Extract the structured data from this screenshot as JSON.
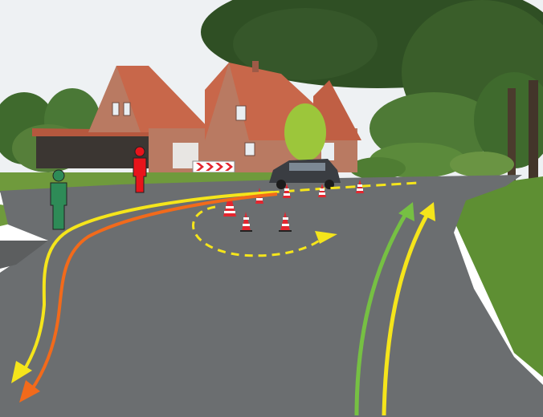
{
  "scene": {
    "description_free": true,
    "colors": {
      "sky": "#f2f4f6",
      "road": "#6b6e70",
      "grass": "#6f9a3c",
      "roof": "#c8674a",
      "brick": "#b97a62",
      "trail_yellow": "#f5e51b",
      "trail_orange": "#f26a1b",
      "trail_green": "#76c043",
      "person_green": "#2e8b57",
      "person_red": "#e8141b",
      "cone_red": "#e3262f",
      "car": "#3a3d42"
    },
    "figures": [
      {
        "name": "person-green",
        "color": "green"
      },
      {
        "name": "person-red",
        "color": "red"
      }
    ],
    "cones_count": 7,
    "arrows": [
      {
        "name": "yellow-left-turn-arrow",
        "color": "yellow"
      },
      {
        "name": "orange-left-turn-arrow",
        "color": "orange"
      },
      {
        "name": "green-straight-arrow",
        "color": "green"
      },
      {
        "name": "yellow-straight-arrow",
        "color": "yellow"
      },
      {
        "name": "dashed-yellow-loop-arrow",
        "color": "yellow"
      },
      {
        "name": "dashed-yellow-line",
        "color": "yellow"
      }
    ]
  }
}
